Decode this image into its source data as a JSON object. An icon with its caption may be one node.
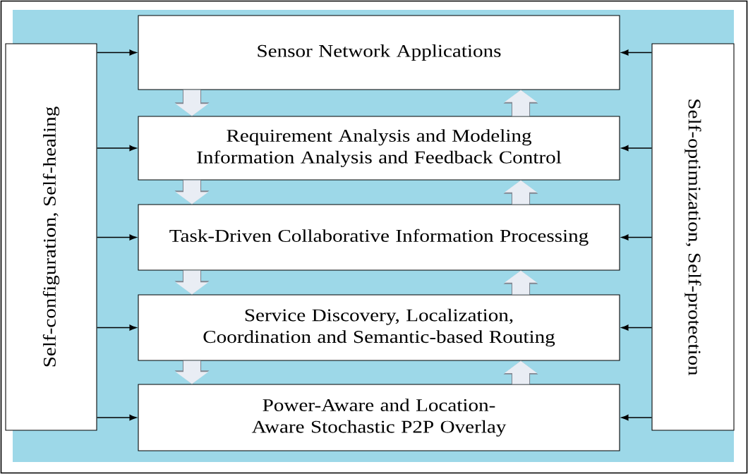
{
  "diagram": {
    "nodes": [
      {
        "text": [
          "Self-configuration, Self-healing"
        ]
      },
      {
        "text": [
          "Self-optimization, Self-protection"
        ]
      },
      {
        "text": [
          "Sensor Network Applications"
        ]
      },
      {
        "text": [
          "Requirement Analysis and Modeling",
          "Information Analysis and Feedback Control"
        ]
      },
      {
        "text": [
          "Task-Driven Collaborative Information Processing"
        ]
      },
      {
        "text": [
          "Service Discovery, Localization, Coordination and Semantic-based Routing"
        ]
      },
      {
        "text": [
          "Power-Aware and Location-Aware Stochastic P2P Overlay"
        ]
      }
    ],
    "edges": [
      {
        "from": 0,
        "to": 2,
        "arrow": "to"
      },
      {
        "from": 0,
        "to": 3,
        "arrow": "to"
      },
      {
        "from": 0,
        "to": 4,
        "arrow": "to"
      },
      {
        "from": 0,
        "to": 5,
        "arrow": "to"
      },
      {
        "from": 0,
        "to": 6,
        "arrow": "to"
      },
      {
        "from": 1,
        "to": 2,
        "arrow": "to"
      },
      {
        "from": 1,
        "to": 3,
        "arrow": "to"
      },
      {
        "from": 1,
        "to": 4,
        "arrow": "to"
      },
      {
        "from": 1,
        "to": 5,
        "arrow": "to"
      },
      {
        "from": 1,
        "to": 6,
        "arrow": "to"
      },
      {
        "from": 2,
        "to": 3,
        "arrow": "to",
        "style": "thick",
        "color": "#e9edf4"
      },
      {
        "from": 3,
        "to": 4,
        "arrow": "to",
        "style": "thick",
        "color": "#e9edf4"
      },
      {
        "from": 4,
        "to": 5,
        "arrow": "to",
        "style": "thick",
        "color": "#e9edf4"
      },
      {
        "from": 5,
        "to": 6,
        "arrow": "to",
        "style": "thick",
        "color": "#e9edf4"
      },
      {
        "from": 3,
        "to": 2,
        "arrow": "to",
        "style": "thick",
        "color": "#e9edf4"
      },
      {
        "from": 4,
        "to": 3,
        "arrow": "to",
        "style": "thick",
        "color": "#e9edf4"
      },
      {
        "from": 5,
        "to": 4,
        "arrow": "to",
        "style": "thick",
        "color": "#e9edf4"
      },
      {
        "from": 6,
        "to": 5,
        "arrow": "to",
        "style": "thick",
        "color": "#e9edf4"
      }
    ]
  }
}
